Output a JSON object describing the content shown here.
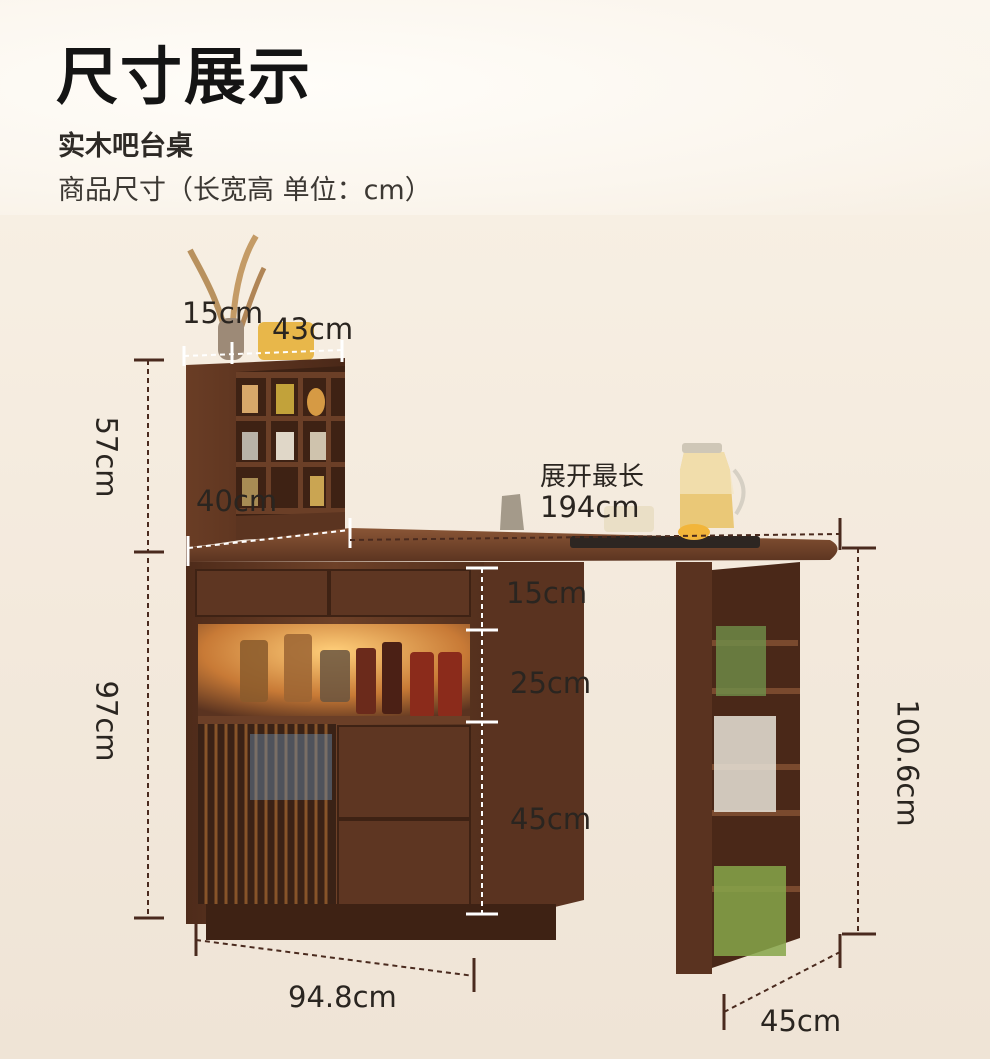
{
  "header": {
    "title": "尺寸展示",
    "product_name": "实木吧台桌",
    "size_note": "商品尺寸（长宽高 单位：cm）"
  },
  "dimensions": {
    "top_shelf_depth": "15cm",
    "top_shelf_width": "43cm",
    "top_shelf_height": "57cm",
    "top_shelf_base_depth": "40cm",
    "extend_label": "展开最长",
    "extend_length": "194cm",
    "drawer_height": "15cm",
    "open_shelf_height": "25cm",
    "lower_cabinet_height": "45cm",
    "cabinet_height": "97cm",
    "table_height": "100.6cm",
    "cabinet_width": "94.8cm",
    "table_depth": "45cm"
  },
  "colors": {
    "wood_dark": "#5a3320",
    "wood_mid": "#7a4a2e",
    "dimension_line": "#4a2a1e",
    "warm_light": "#f2a548"
  }
}
